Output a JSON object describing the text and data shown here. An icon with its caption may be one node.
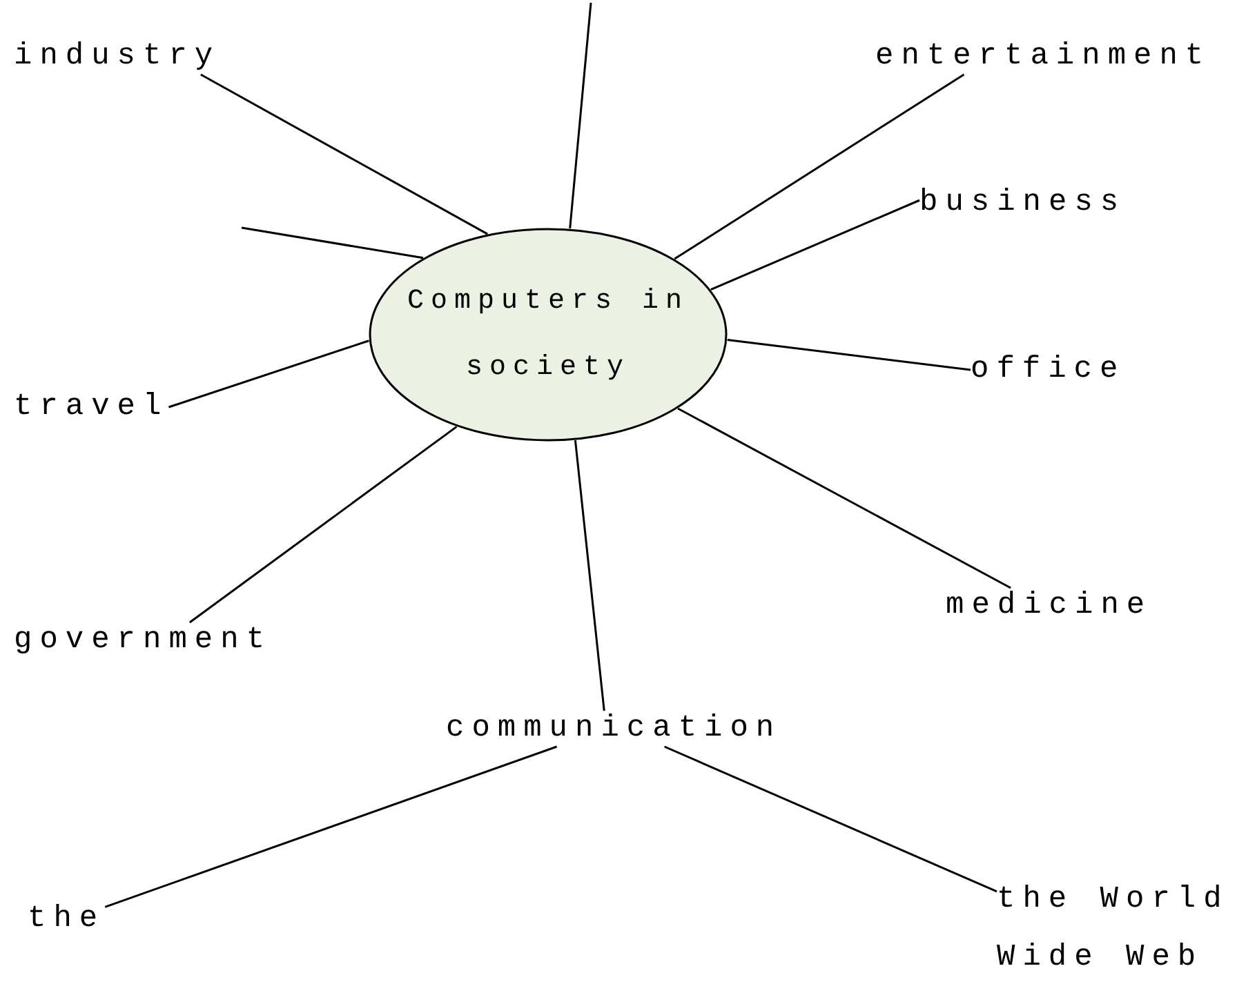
{
  "diagram": {
    "nodes": [
      {
        "text": [
          "Computers in society"
        ]
      },
      {
        "text": [
          "industry"
        ]
      },
      {
        "text": [
          "entertainment"
        ]
      },
      {
        "text": [
          "business"
        ]
      },
      {
        "text": [
          "travel"
        ]
      },
      {
        "text": [
          "office"
        ]
      },
      {
        "text": [
          "government"
        ]
      },
      {
        "text": [
          "medicine"
        ]
      },
      {
        "text": [
          "communication"
        ]
      },
      {
        "text": [
          "the"
        ]
      },
      {
        "text": [
          "the World Wide Web"
        ]
      }
    ],
    "edges": [
      {
        "from": 0,
        "to": 1,
        "arrow": "none"
      },
      {
        "from": 0,
        "to": null,
        "arrow": "none"
      },
      {
        "from": 0,
        "to": 2,
        "arrow": "none"
      },
      {
        "from": 0,
        "to": 3,
        "arrow": "none"
      },
      {
        "from": 0,
        "to": null,
        "arrow": "none"
      },
      {
        "from": 0,
        "to": 5,
        "arrow": "none"
      },
      {
        "from": 0,
        "to": 4,
        "arrow": "none"
      },
      {
        "from": 0,
        "to": 6,
        "arrow": "none"
      },
      {
        "from": 0,
        "to": 7,
        "arrow": "none"
      },
      {
        "from": 0,
        "to": 8,
        "arrow": "none"
      },
      {
        "from": 8,
        "to": 9,
        "arrow": "none"
      },
      {
        "from": 8,
        "to": 10,
        "arrow": "none"
      }
    ]
  }
}
